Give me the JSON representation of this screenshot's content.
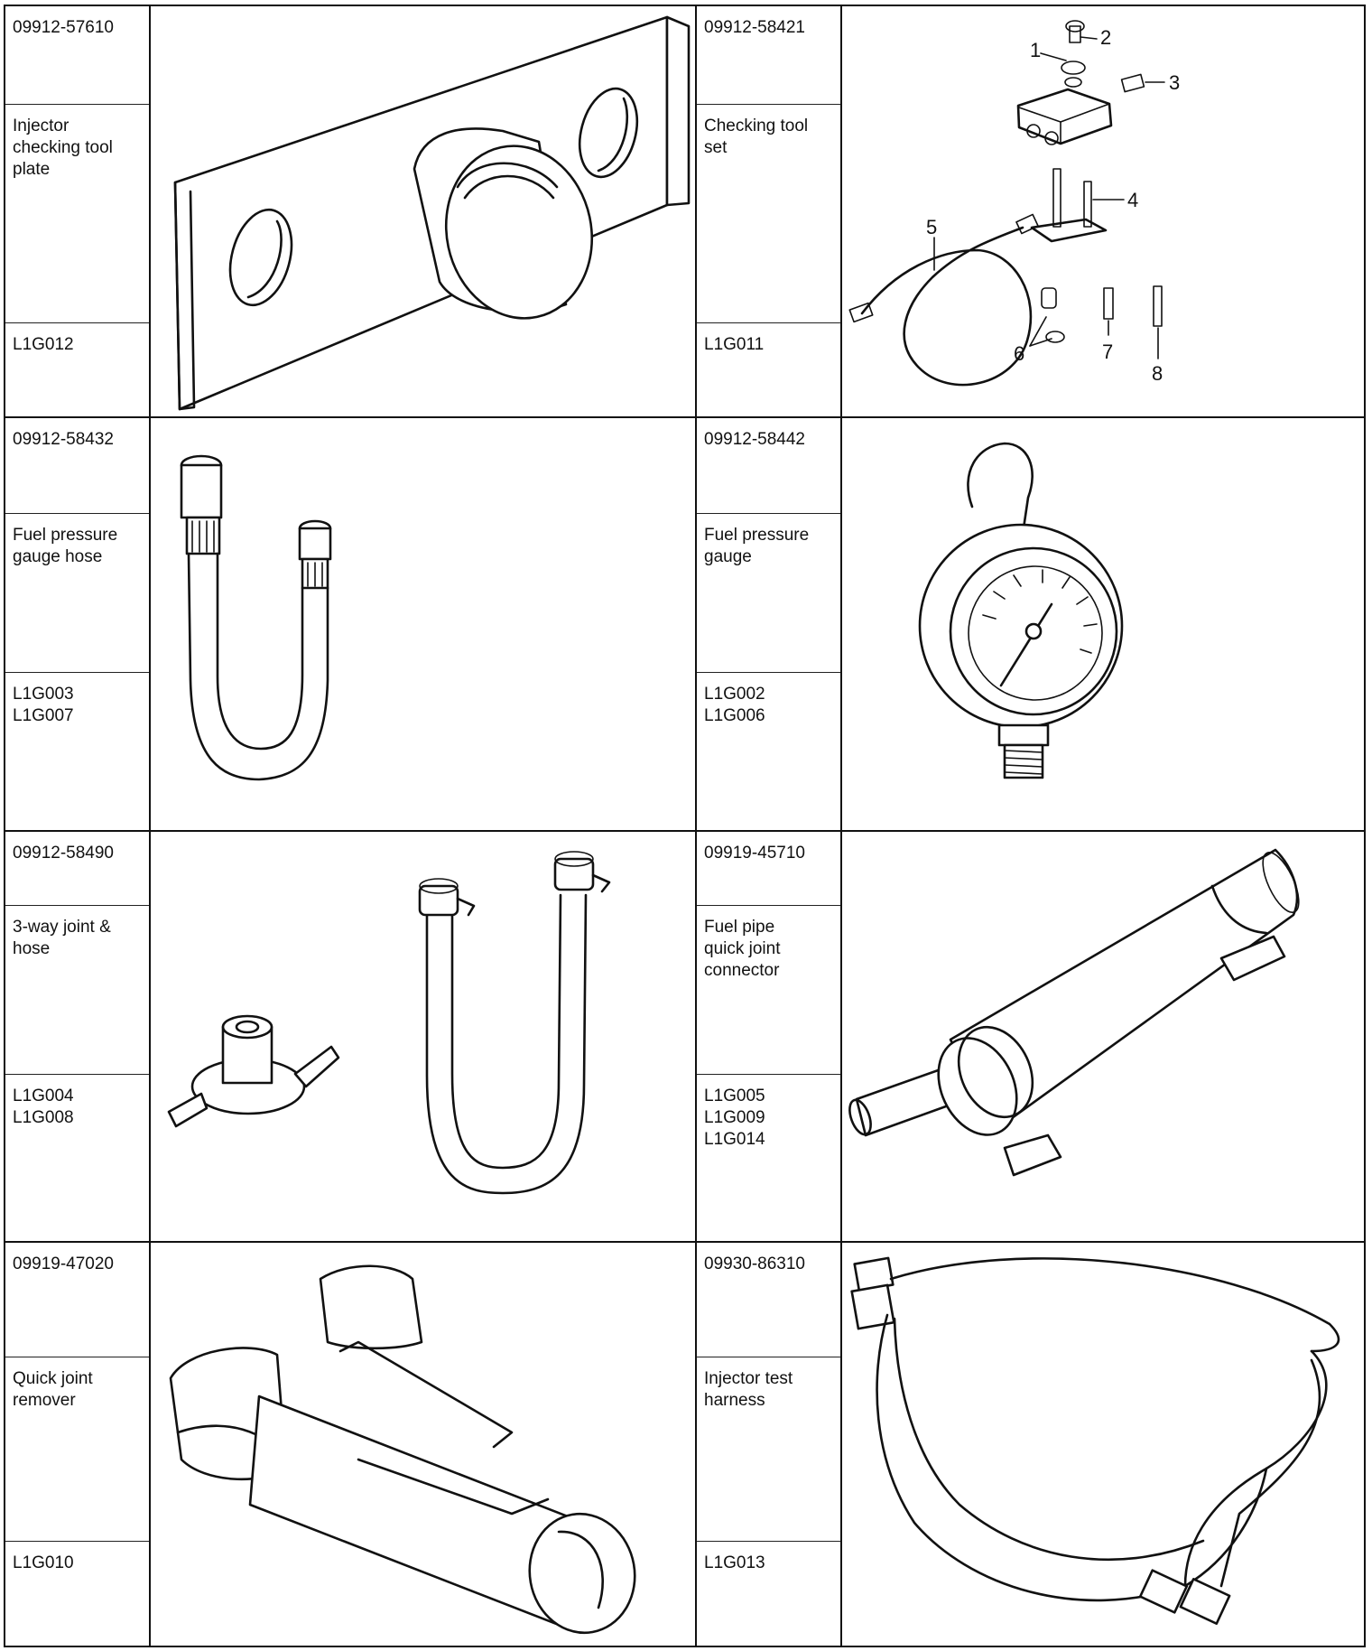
{
  "tools": [
    {
      "part_no": "09912-57610",
      "name": "Injector\nchecking tool\nplate",
      "codes": "L1G012",
      "illustration": "injector-plate-icon"
    },
    {
      "part_no": "09912-58421",
      "name": "Checking tool\nset",
      "codes": "L1G011",
      "illustration": "checking-tool-set-icon",
      "callouts": [
        "1",
        "2",
        "3",
        "4",
        "5",
        "6",
        "7",
        "8"
      ]
    },
    {
      "part_no": "09912-58432",
      "name": "Fuel pressure\ngauge hose",
      "codes": "L1G003\nL1G007",
      "illustration": "gauge-hose-icon"
    },
    {
      "part_no": "09912-58442",
      "name": "Fuel pressure\ngauge",
      "codes": "L1G002\nL1G006",
      "illustration": "pressure-gauge-icon"
    },
    {
      "part_no": "09912-58490",
      "name": "3-way joint &\nhose",
      "codes": "L1G004\nL1G008",
      "illustration": "three-way-joint-icon"
    },
    {
      "part_no": "09919-45710",
      "name": "Fuel pipe\nquick joint\nconnector",
      "codes": "L1G005\nL1G009\nL1G014",
      "illustration": "quick-joint-connector-icon"
    },
    {
      "part_no": "09919-47020",
      "name": "Quick joint\nremover",
      "codes": "L1G010",
      "illustration": "quick-joint-remover-icon"
    },
    {
      "part_no": "09930-86310",
      "name": "Injector test\nharness",
      "codes": "L1G013",
      "illustration": "test-harness-icon"
    }
  ]
}
